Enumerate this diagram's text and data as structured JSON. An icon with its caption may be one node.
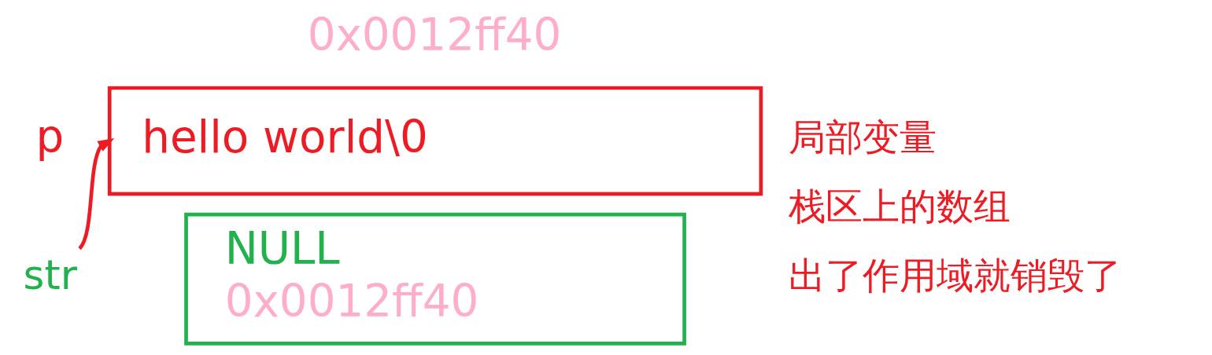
{
  "diagram": {
    "nodes": [
      {
        "text": [
          "hello world\\0"
        ],
        "beside": [
          "0x0012ff40",
          "p"
        ]
      },
      {
        "text": [
          "str"
        ]
      },
      {
        "text": [
          "NULL",
          "0x0012ff40"
        ]
      }
    ],
    "edges": [
      {
        "from": 1,
        "to": 0,
        "arrow": "to",
        "color": "#ed1c24"
      }
    ],
    "labels": [
      "局部变量",
      "栈区上的数组",
      "出了作用域就销毁了"
    ]
  }
}
